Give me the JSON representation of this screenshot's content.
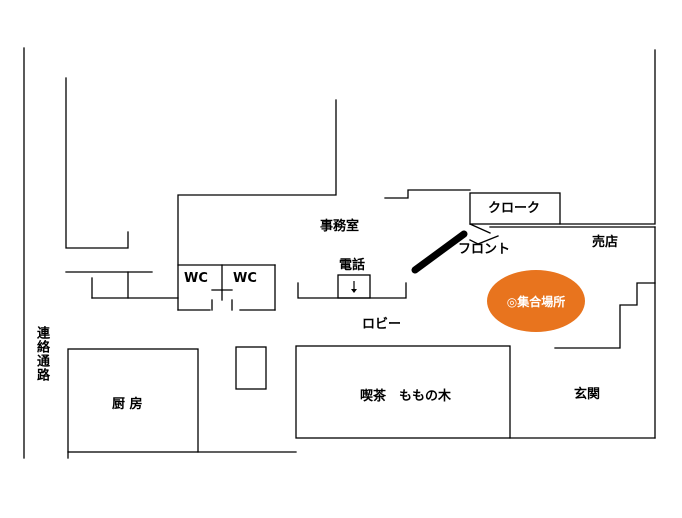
{
  "labels": {
    "corridor": "連絡通路",
    "wc1": "WC",
    "wc2": "WC",
    "office": "事務室",
    "cloak": "クローク",
    "front": "フロント",
    "shop": "売店",
    "phone": "電話",
    "phone_arrow": "↓",
    "lobby": "ロビー",
    "kitchen": "厨 房",
    "cafe": "喫茶　ももの木",
    "entrance": "玄関"
  },
  "meeting_point": {
    "label": "◎集合場所",
    "color": "#e8741e"
  },
  "colors": {
    "wall": "#000000",
    "background": "#ffffff"
  }
}
